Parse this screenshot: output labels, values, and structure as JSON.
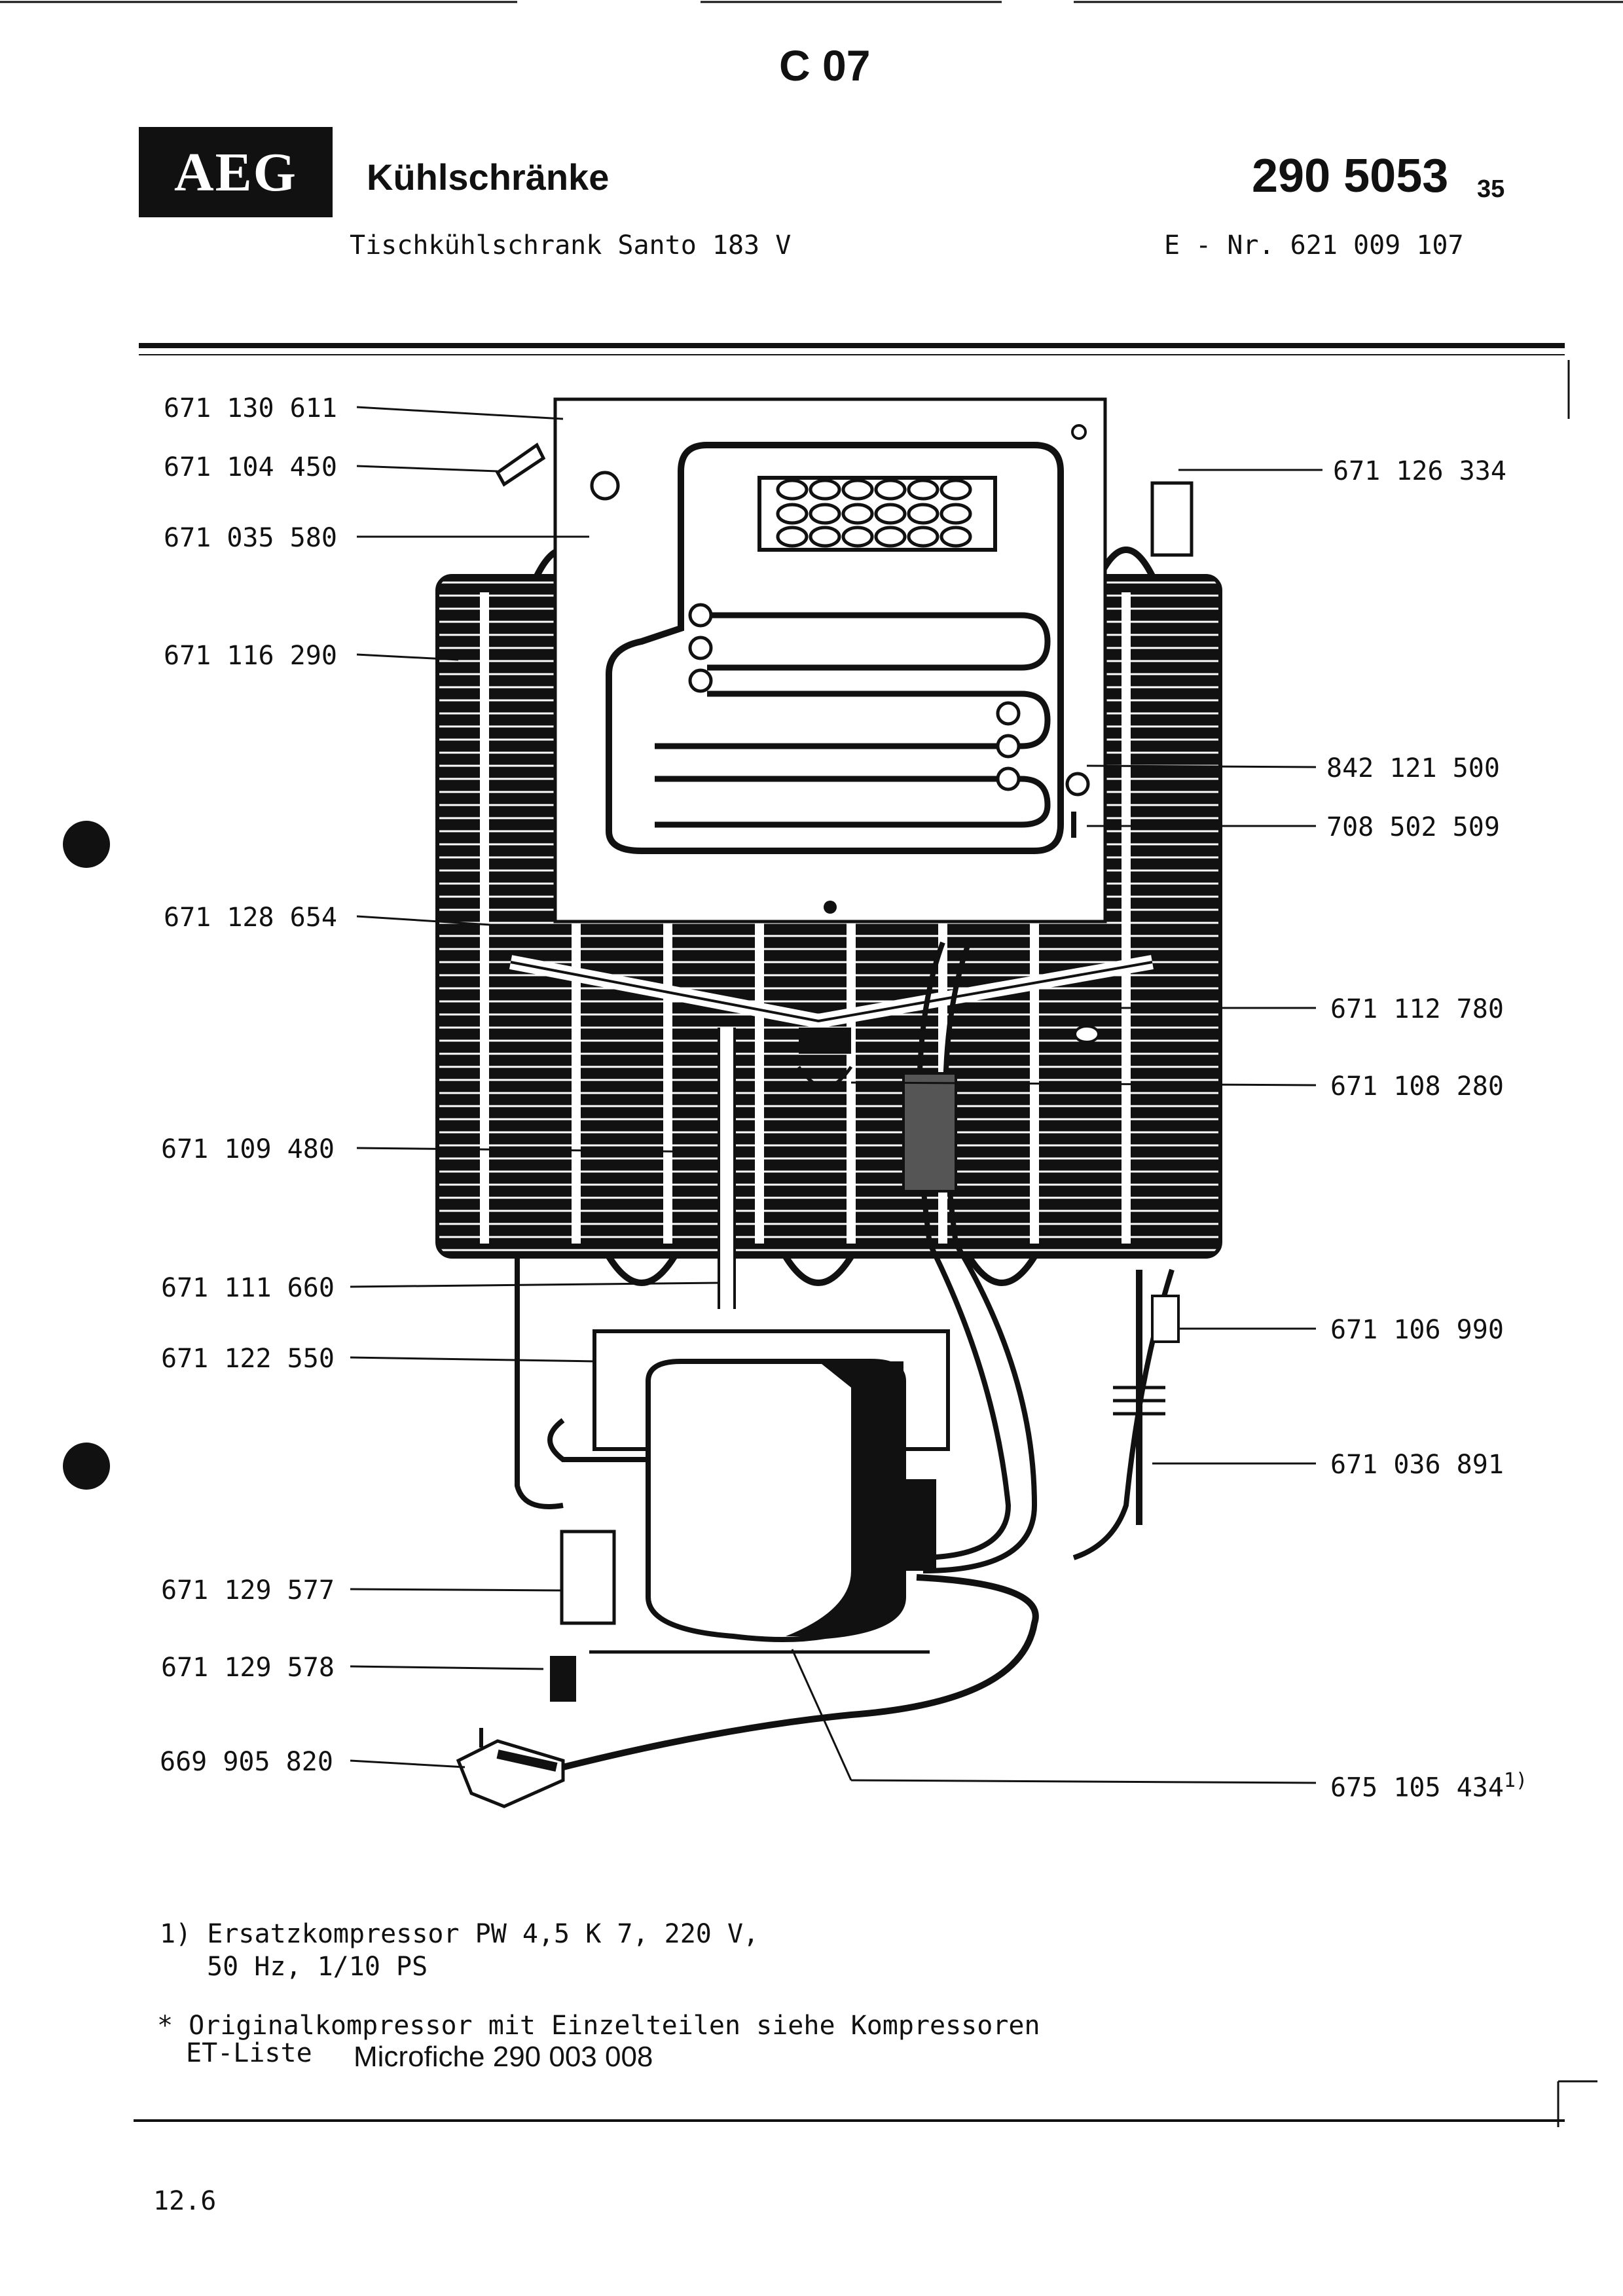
{
  "header": {
    "page_code": "C 07",
    "brand_logo": "AEG",
    "title": "Kühlschränke",
    "part_number": "290 5053",
    "part_number_suffix": "35",
    "subtitle": "Tischkühlschrank Santo 183 V",
    "e_number": "E - Nr. 621 009 107"
  },
  "labels_left": [
    "671 130 611",
    "671 104 450",
    "671 035 580",
    "671 116 290",
    "671 128 654",
    "671 109 480",
    "671 111 660",
    "671 122 550",
    "671 129 577",
    "671 129 578",
    "669 905 820"
  ],
  "labels_right": [
    "671 126 334",
    "842 121 500",
    "708 502 509",
    "671 112 780",
    "671 108 280",
    "671 106 990",
    "671 036 891",
    "675 105 434"
  ],
  "footnote_marker": "1)",
  "footnotes": {
    "line1": "1) Ersatzkompressor PW 4,5 K 7, 220 V,",
    "line2": "50 Hz, 1/10 PS",
    "line3": "* Originalkompressor mit Einzelteilen siehe Kompressoren",
    "line4": "ET-Liste",
    "microfiche": "Microfiche 290 003 008"
  },
  "page_number": "12.6"
}
